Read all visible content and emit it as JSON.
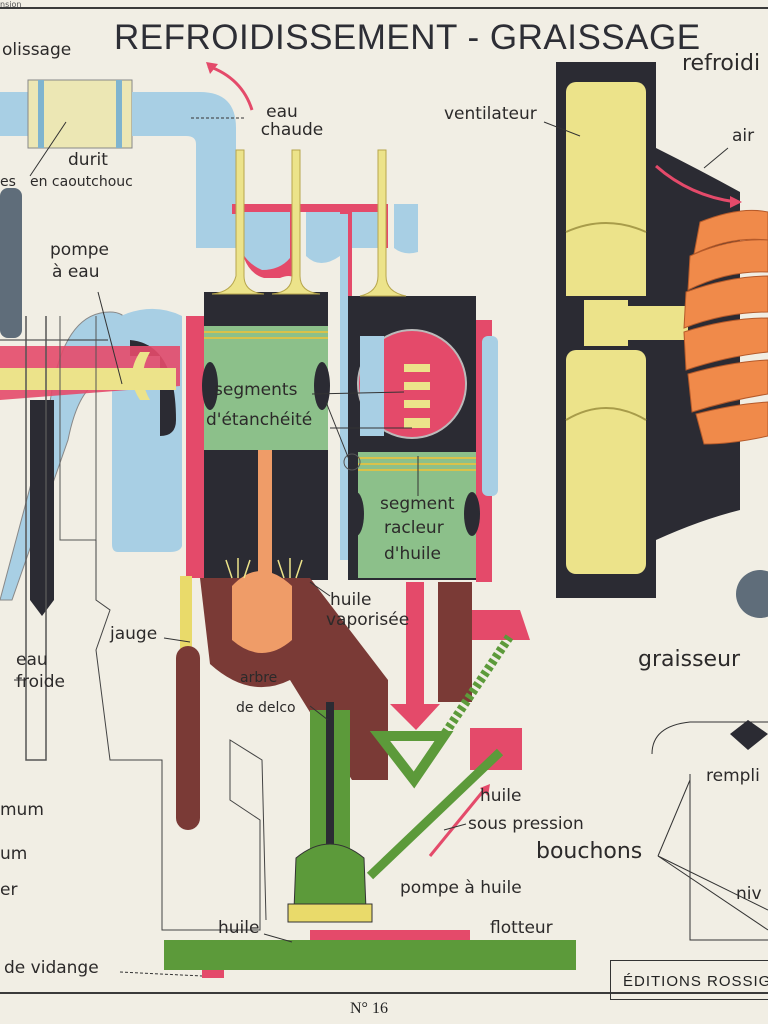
{
  "poster": {
    "title": "REFROIDISSEMENT - GRAISSAGE",
    "corner_fragment": "nsion",
    "plate_number": "N° 16",
    "publisher": "ÉDITIONS ROSSIGNO"
  },
  "labels": {
    "graissage_partial": "olissage",
    "eau_chaude_1": "eau",
    "eau_chaude_2": "chaude",
    "durit_1": "durit",
    "durit_2": "en caoutchouc",
    "es_partial": "es",
    "pompe_eau_1": "pompe",
    "pompe_eau_2": "à eau",
    "segments_etancheite_1": "segments",
    "segments_etancheite_2": "d'étanchéité",
    "segment_racleur_1": "segment",
    "segment_racleur_2": "racleur",
    "segment_racleur_3": "d'huile",
    "huile_vaporisee_1": "huile",
    "huile_vaporisee_2": "vaporisée",
    "jauge": "jauge",
    "eau_froide_1": "eau",
    "eau_froide_2": "froide",
    "arbre_delco_1": "arbre",
    "arbre_delco_2": "de delco",
    "mum_partial": "mum",
    "um_partial": "um",
    "er_partial": "er",
    "huile_sous_pression_1": "huile",
    "huile_sous_pression_2": "sous pression",
    "pompe_a_huile": "pompe à huile",
    "huile": "huile",
    "flotteur": "flotteur",
    "de_vidange": "de vidange",
    "ventilateur": "ventilateur",
    "refroidissement_partial": "refroidi",
    "air": "air",
    "graisseur": "graisseur",
    "rempli_partial": "rempli",
    "bouchons": "bouchons",
    "niv_partial": "niv"
  },
  "colors": {
    "paper": "#f1eee4",
    "water_blue": "#a8cfe4",
    "engine_dark": "#2b2b33",
    "piston_green": "#8cc08a",
    "oil_green": "#5c9a3a",
    "oil_pink": "#e44a6a",
    "valve_yellow": "#ece38a",
    "crank_brown": "#7a3a36",
    "delco_orange": "#ef9c68",
    "fan_orange": "#f08a4a"
  }
}
